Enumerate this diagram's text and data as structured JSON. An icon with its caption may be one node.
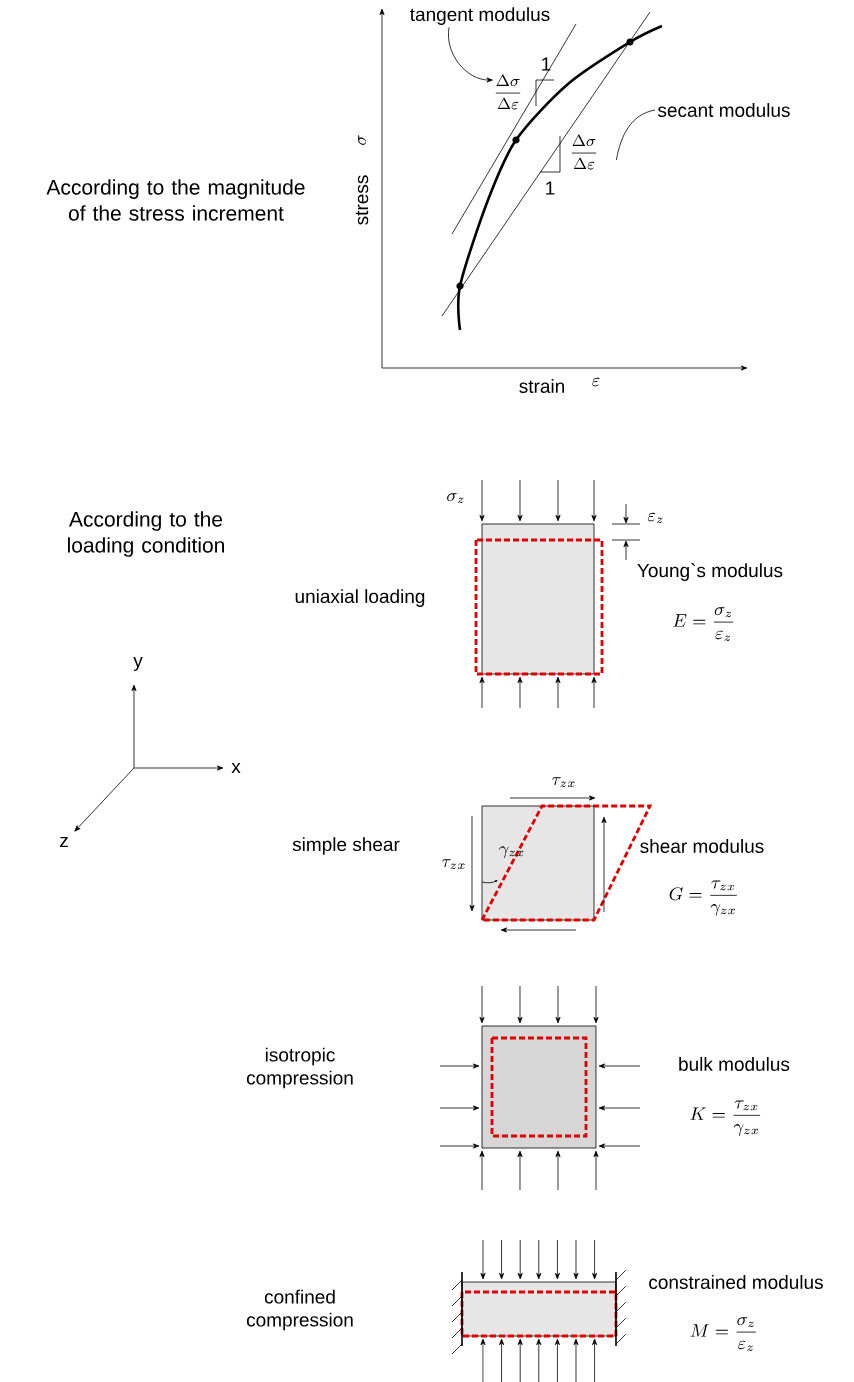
{
  "diagram": {
    "nodes": [
      {
        "text": [
          "tangent modulus"
        ]
      },
      {
        "text": [
          "1"
        ]
      },
      {
        "text": [
          "secant modulus"
        ]
      },
      {
        "text": [
          "1"
        ]
      }
    ],
    "edges": [
      {
        "from": 0,
        "to": 1,
        "arrow": "to"
      },
      {
        "from": 2,
        "to": 3,
        "arrow": "none"
      }
    ],
    "labels": [
      "According to the magnitude of the stress increment",
      "\\frac{\\Delta\\sigma}{\\Delta\\varepsilon}",
      "stress",
      "\\sigma",
      "\\frac{\\Delta\\sigma}{\\Delta\\varepsilon}",
      "strain",
      "\\varepsilon",
      "According to the loading condition",
      "\\sigma_z",
      "\\varepsilon_z",
      "uniaxial loading",
      "Young`s modulus",
      "E=\\frac{\\sigma_z}{\\varepsilon_z}",
      "y",
      "x",
      "z",
      "\\tau_{zx}",
      "simple shear",
      "\\tau_{zx}",
      "\\gamma_{zx}",
      "shear modulus",
      "G=\\frac{\\tau_{zx}}{\\gamma_{zx}}",
      "isotropic compression",
      "bulk modulus",
      "K=\\frac{\\tau_{zx}}{\\gamma_{zx}}",
      "confined compression",
      "constrained modulus",
      "M=\\frac{\\sigma_z}{\\varepsilon_z}"
    ]
  }
}
